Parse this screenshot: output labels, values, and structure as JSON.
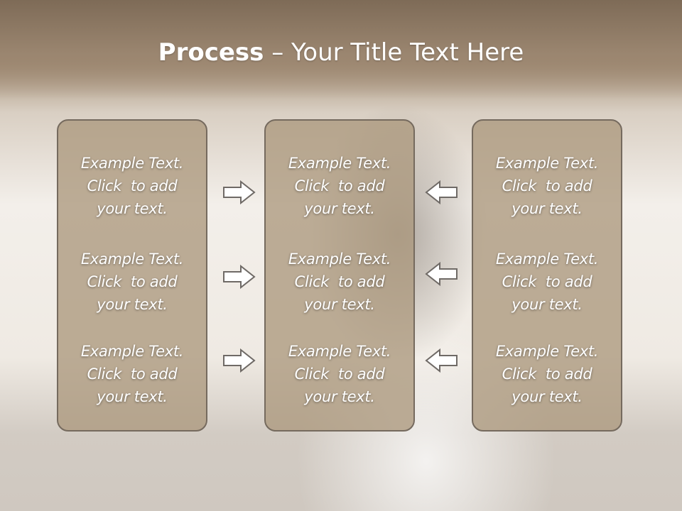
{
  "slide": {
    "title_bold": "Process",
    "title_dash": " – ",
    "title_rest": "Your Title Text Here"
  },
  "panels": [
    {
      "items": [
        {
          "line1": "Example Text.",
          "line2": "Click  to add",
          "line3": "your text."
        },
        {
          "line1": "Example Text.",
          "line2": "Click  to add",
          "line3": "your text."
        },
        {
          "line1": "Example Text.",
          "line2": "Click  to add",
          "line3": "your text."
        }
      ]
    },
    {
      "items": [
        {
          "line1": "Example Text.",
          "line2": "Click  to add",
          "line3": "your text."
        },
        {
          "line1": "Example Text.",
          "line2": "Click  to add",
          "line3": "your text."
        },
        {
          "line1": "Example Text.",
          "line2": "Click  to add",
          "line3": "your text."
        }
      ]
    },
    {
      "items": [
        {
          "line1": "Example Text.",
          "line2": "Click  to add",
          "line3": "your text."
        },
        {
          "line1": "Example Text.",
          "line2": "Click  to add",
          "line3": "your text."
        },
        {
          "line1": "Example Text.",
          "line2": "Click  to add",
          "line3": "your text."
        }
      ]
    }
  ],
  "arrows": {
    "left_column": "arrow-right-icon",
    "right_column": "arrow-left-icon"
  },
  "colors": {
    "panel_fill": "#ac987e",
    "panel_border": "#756a5e",
    "title_band": "#8f7a64",
    "arrow_stroke": "#6f6a66"
  }
}
